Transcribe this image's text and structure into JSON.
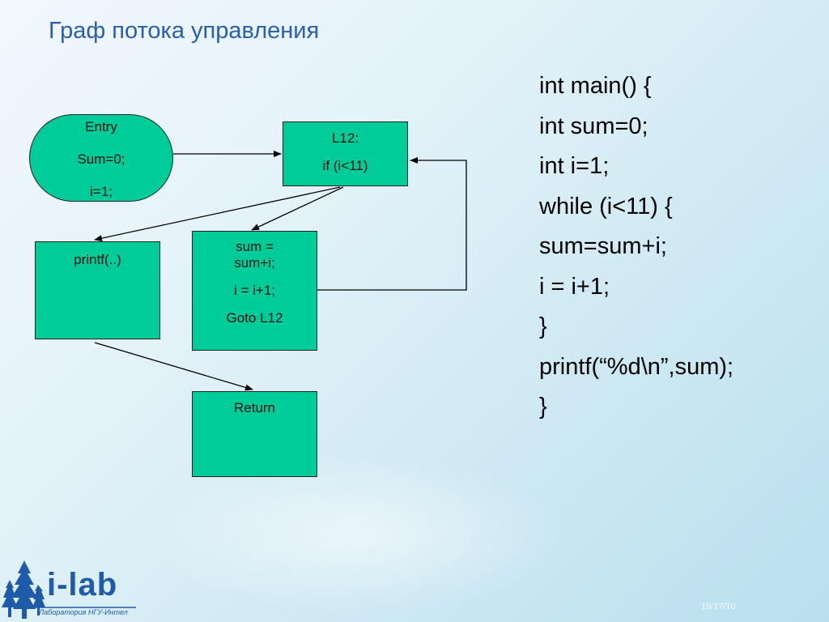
{
  "title": "Граф потока управления",
  "code_lines": [
    "int main() {",
    "int sum=0;",
    "int i=1;",
    "while (i<11) {",
    "sum=sum+i;",
    "i = i+1;",
    "}",
    "printf(“%d\\n”,sum);",
    "}"
  ],
  "nodes": {
    "entry": [
      "Entry",
      "Sum=0;",
      "i=1;"
    ],
    "l12": [
      "L12:",
      "if (i<11)"
    ],
    "printf": [
      "printf(..)"
    ],
    "sum": [
      "sum =\nsum+i;",
      "i = i+1;",
      "Goto L12"
    ],
    "return": [
      "Return"
    ]
  },
  "colors": {
    "title": "#2a5fb0",
    "node_fill": "#00cc99",
    "edge": "#000000",
    "logo": "#1e5ba8"
  },
  "logo": {
    "name": "i-lab",
    "subtitle": "Лаборатория НГУ-Интел"
  },
  "footer": {
    "date": "10/17/10"
  }
}
